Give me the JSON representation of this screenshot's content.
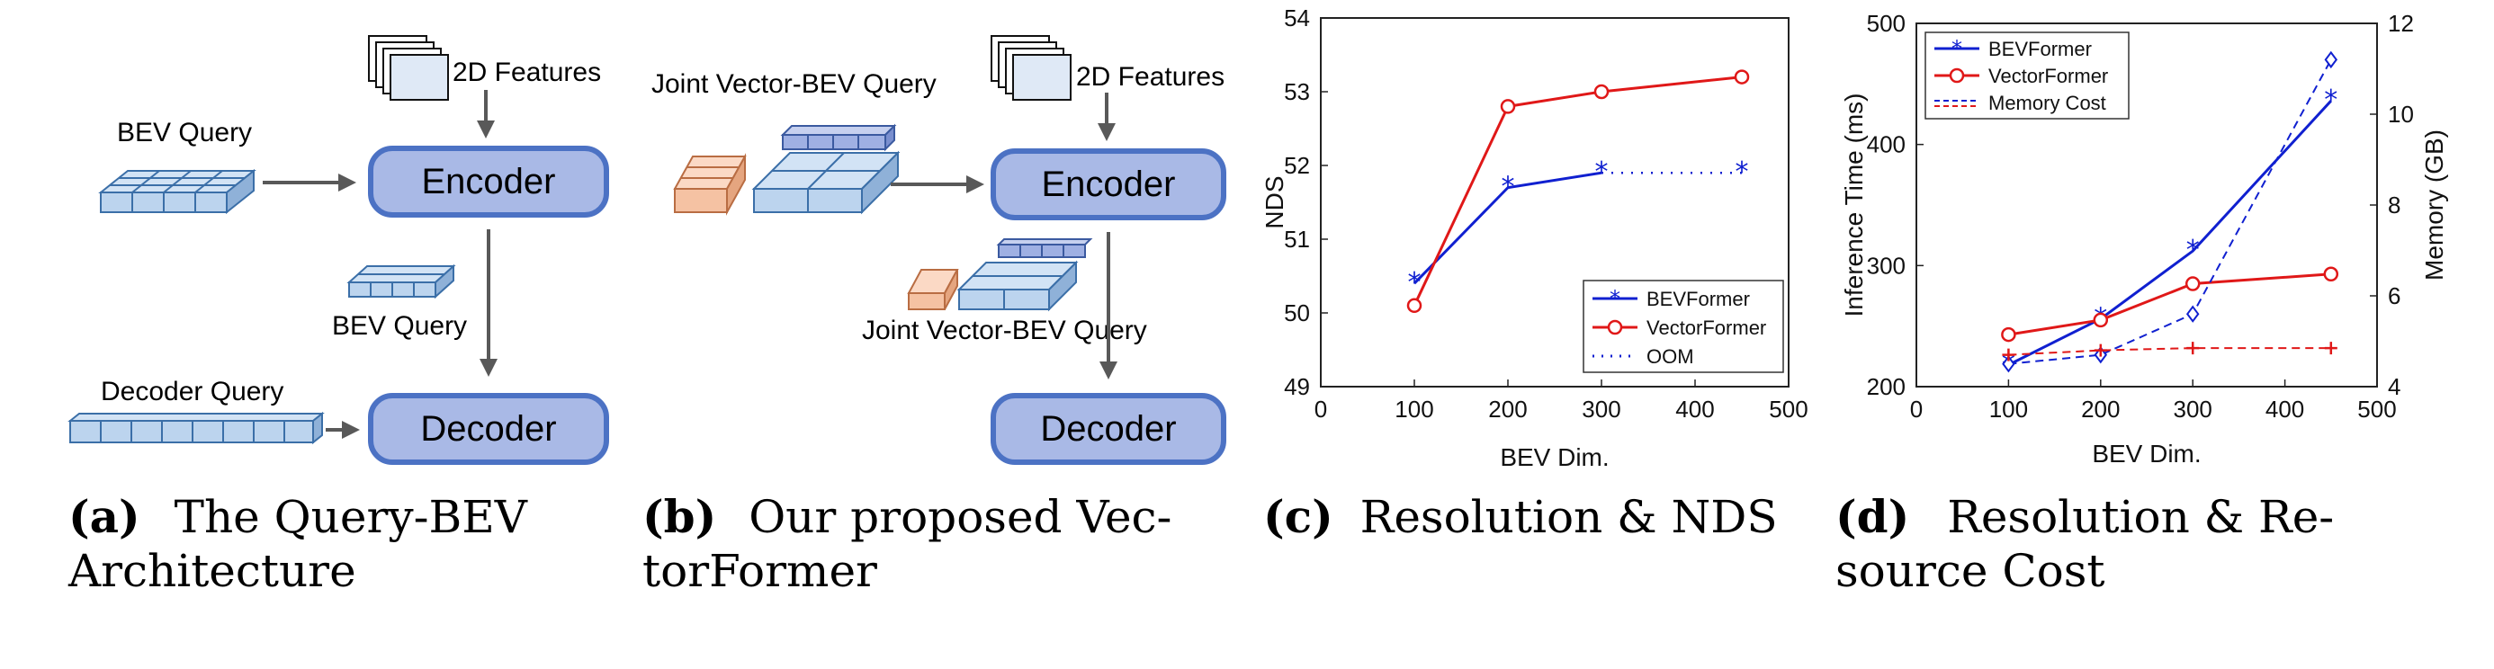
{
  "panel_a": {
    "features_label": "2D Features",
    "bev_query_label": "BEV Query",
    "encoder_label": "Encoder",
    "bev_query_mid_label": "BEV Query",
    "decoder_query_label": "Decoder Query",
    "decoder_label": "Decoder",
    "caption_tag": "(a)",
    "caption_line1": "The Query-BEV",
    "caption_line2": "Architecture"
  },
  "panel_b": {
    "joint_label_top": "Joint Vector-BEV Query",
    "features_label": "2D Features",
    "encoder_label": "Encoder",
    "joint_label_mid": "Joint Vector-BEV Query",
    "decoder_label": "Decoder",
    "caption_tag": "(b)",
    "caption_line1": "Our proposed Vec-",
    "caption_line2": "torFormer"
  },
  "colors": {
    "box_fill": "#a9b9e6",
    "box_stroke": "#4c72c4",
    "grid_fill": "#bcd4ee",
    "grid_stroke": "#3b6fa8",
    "vector_fill": "#f5c2a3",
    "vector_stroke": "#b96d43",
    "arrow": "#595959",
    "blue": "#1020d0",
    "red": "#e01818"
  },
  "chart_data": [
    {
      "type": "line",
      "xlabel": "BEV Dim.",
      "ylabel": "NDS",
      "xlim": [
        0,
        500
      ],
      "ylim": [
        49,
        54
      ],
      "xticks": [
        "0",
        "100",
        "200",
        "300",
        "400",
        "500"
      ],
      "yticks": [
        "49",
        "50",
        "51",
        "52",
        "53",
        "54"
      ],
      "legend_position": "bottom-right",
      "series": [
        {
          "name": "BEVFormer",
          "color": "#1020d0",
          "marker": "star",
          "x": [
            100,
            200,
            300
          ],
          "values": [
            50.4,
            51.7,
            51.9
          ]
        },
        {
          "name": "VectorFormer",
          "color": "#e01818",
          "marker": "circle",
          "x": [
            100,
            200,
            300,
            450
          ],
          "values": [
            50.1,
            52.8,
            53.0,
            53.2
          ]
        },
        {
          "name": "OOM",
          "color": "#1020d0",
          "marker": "star-end",
          "dotted": true,
          "x": [
            300,
            450
          ],
          "values": [
            51.9,
            51.9
          ]
        }
      ],
      "caption_tag": "(c)",
      "caption": "Resolution & NDS"
    },
    {
      "type": "line",
      "xlabel": "BEV Dim.",
      "ylabel": "Inference Time (ms)",
      "ylabel_right": "Memory (GB)",
      "xlim": [
        0,
        500
      ],
      "ylim": [
        200,
        500
      ],
      "ylim_right": [
        4,
        12
      ],
      "xticks": [
        "0",
        "100",
        "200",
        "300",
        "400",
        "500"
      ],
      "yticks": [
        "200",
        "300",
        "400",
        "500"
      ],
      "yticks_right": [
        "4",
        "6",
        "8",
        "10",
        "12"
      ],
      "legend_position": "top-left",
      "series": [
        {
          "name": "BEVFormer",
          "color": "#1020d0",
          "marker": "star",
          "axis": "left",
          "x": [
            100,
            200,
            300,
            450
          ],
          "values": [
            218,
            256,
            312,
            436
          ]
        },
        {
          "name": "VectorFormer",
          "color": "#e01818",
          "marker": "circle",
          "axis": "left",
          "x": [
            100,
            200,
            300,
            450
          ],
          "values": [
            243,
            255,
            285,
            293
          ]
        },
        {
          "name": "Memory Cost",
          "color": "#1020d0",
          "marker": "diamond",
          "dashed": true,
          "axis": "right",
          "x": [
            100,
            200,
            300,
            450
          ],
          "values": [
            4.5,
            4.7,
            5.6,
            11.2
          ]
        },
        {
          "name": "",
          "color": "#e01818",
          "marker": "plus",
          "dashed": true,
          "axis": "right",
          "x": [
            100,
            200,
            300,
            450
          ],
          "values": [
            4.7,
            4.8,
            4.85,
            4.85
          ]
        }
      ],
      "caption_tag": "(d)",
      "caption_line1": "Resolution & Re-",
      "caption_line2": "source Cost"
    }
  ]
}
